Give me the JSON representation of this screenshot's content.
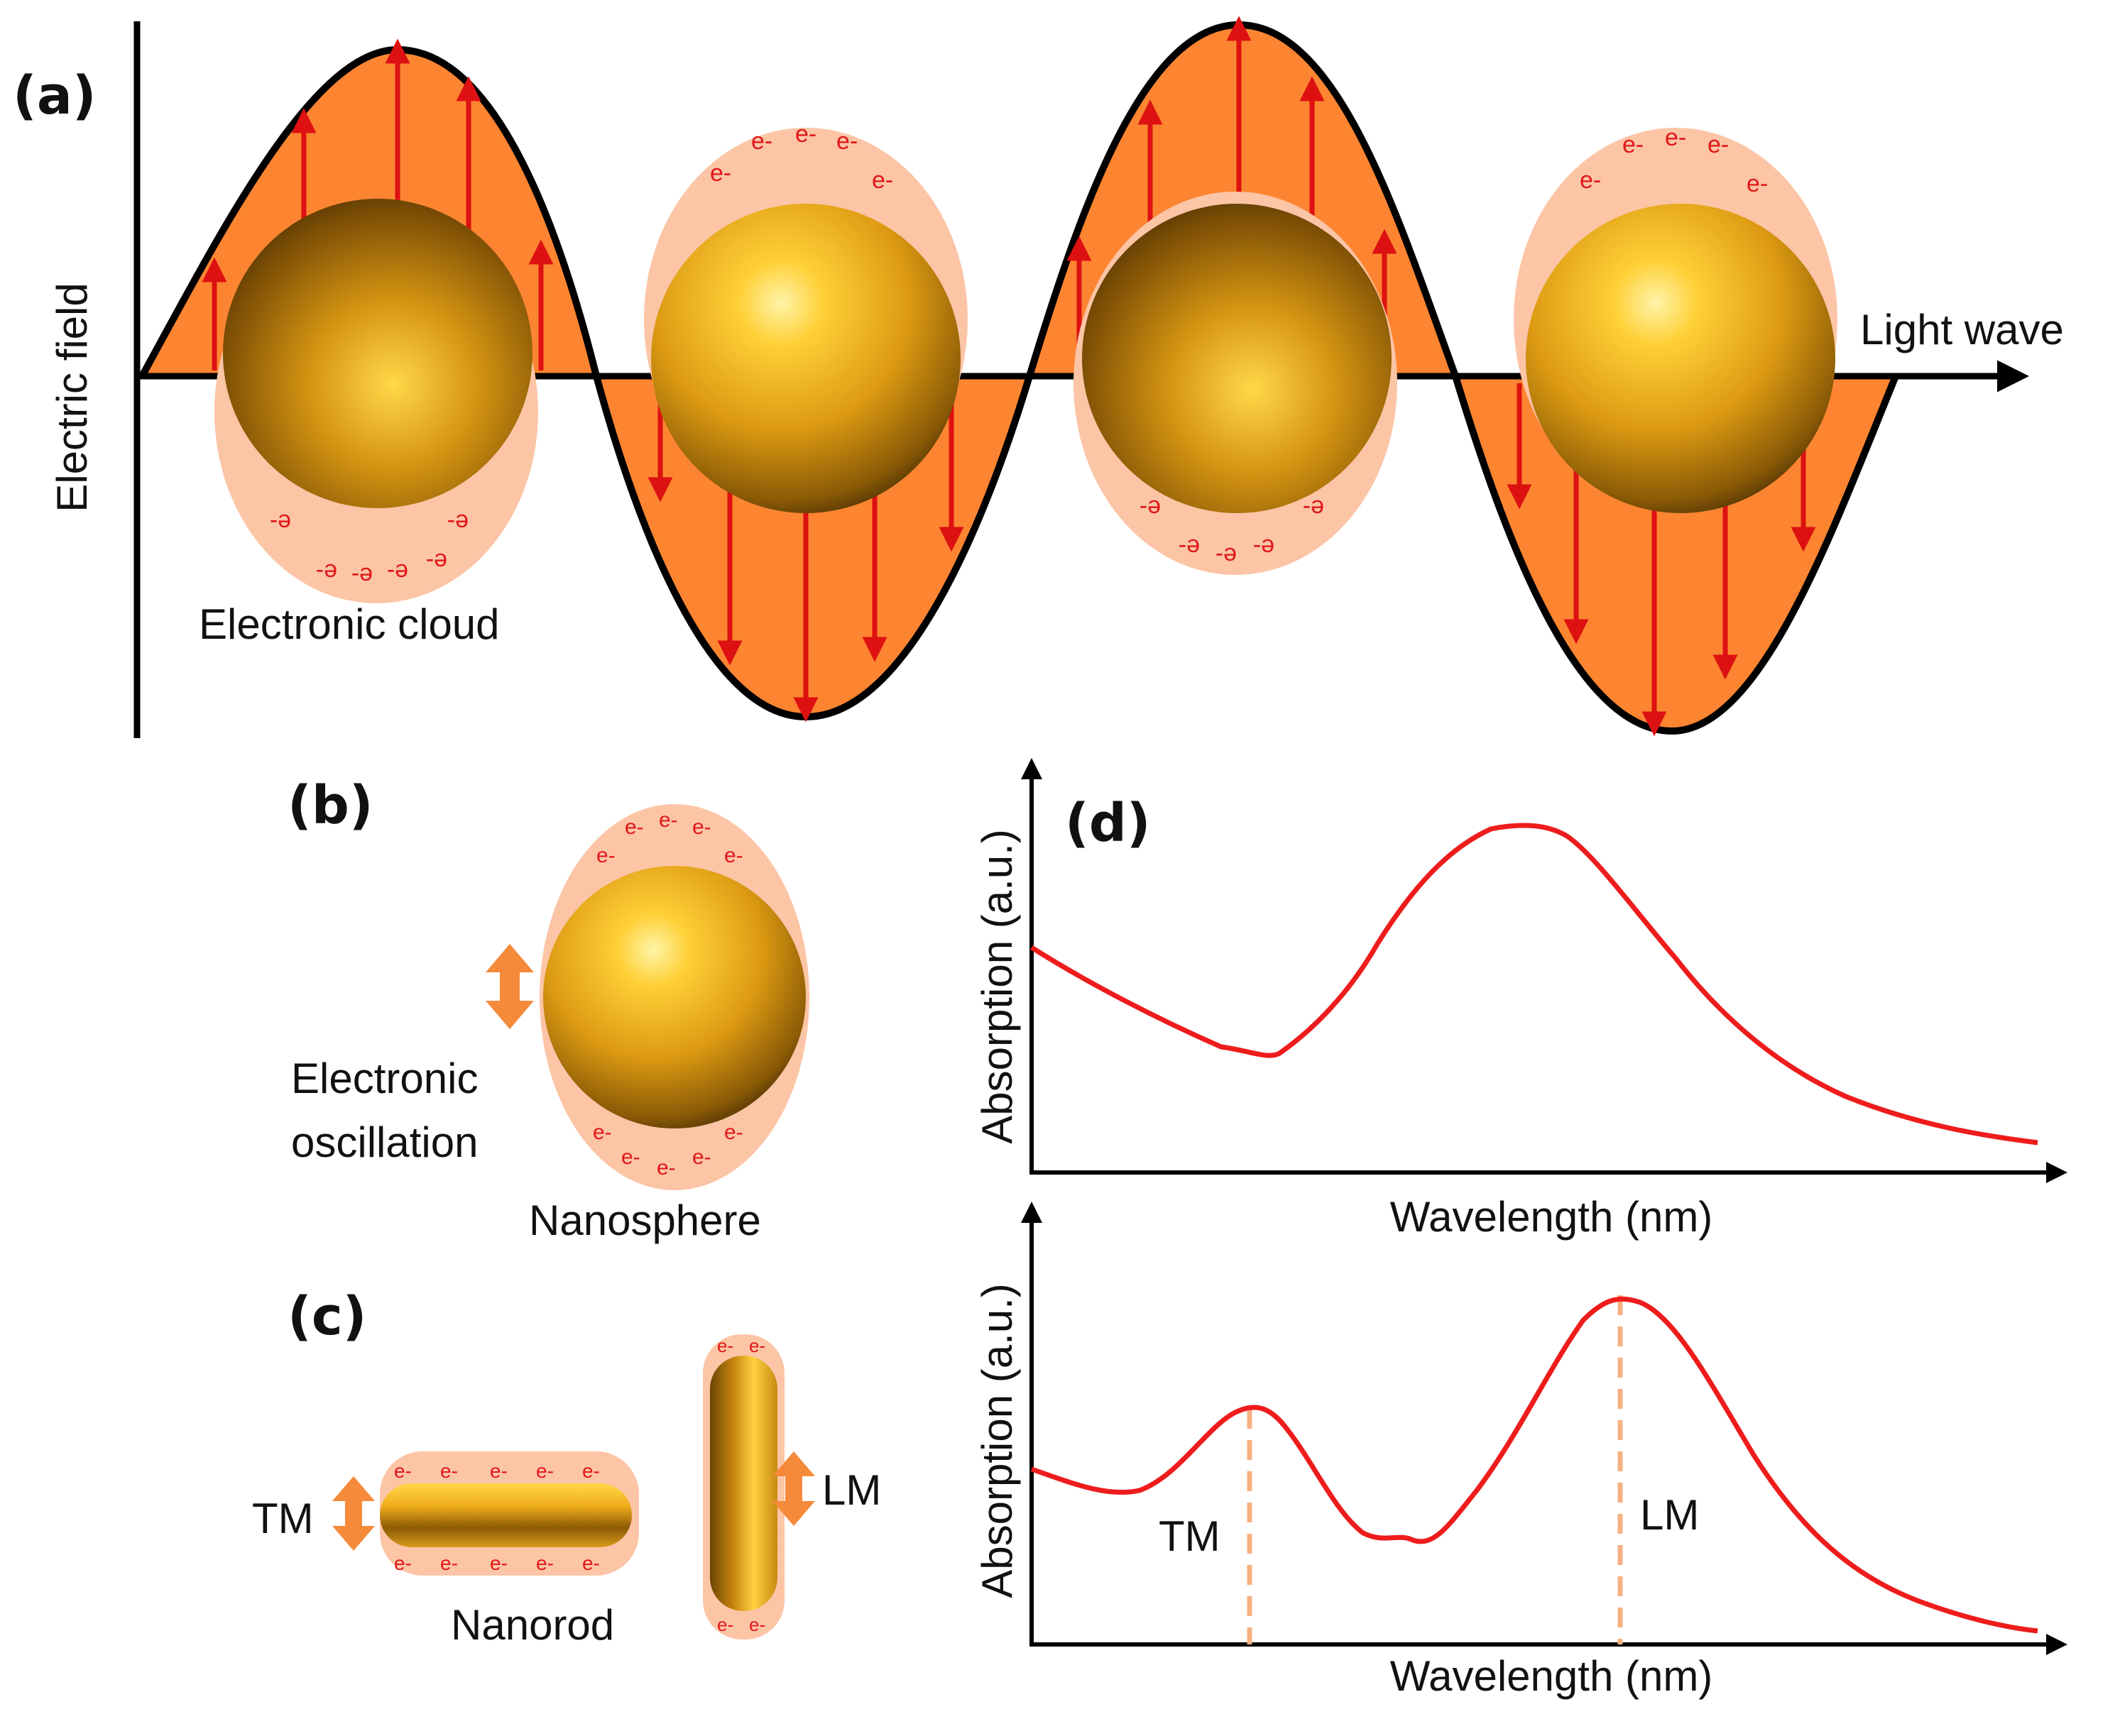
{
  "panels": {
    "a": "(a)",
    "b": "(b)",
    "c": "(c)",
    "d": "(d)"
  },
  "panel_a": {
    "y_axis_label": "Electric field",
    "x_axis_label": "Light wave",
    "cloud_label": "Electronic cloud",
    "electron_symbol": "e-"
  },
  "panel_b": {
    "oscillation_label_line1": "Electronic",
    "oscillation_label_line2": "oscillation",
    "particle_label": "Nanosphere"
  },
  "panel_c": {
    "transverse_label": "TM",
    "longitudinal_label": "LM",
    "particle_label": "Nanorod"
  },
  "panel_d": {
    "top_plot": {
      "ylabel": "Absorption (a.u.)",
      "xlabel": "Wavelength (nm)"
    },
    "bottom_plot": {
      "ylabel": "Absorption (a.u.)",
      "xlabel": "Wavelength (nm)",
      "peak1_label": "TM",
      "peak2_label": "LM"
    }
  },
  "colors": {
    "wave_fill": "#fd8531",
    "cloud": "#fcc5a6",
    "field_arrow": "#dd1111",
    "spectrum_curve": "#ee1c1c",
    "peak_marker": "#f7b081",
    "oscillation_arrow": "#f58a3a",
    "gold": "#e3a31a"
  }
}
